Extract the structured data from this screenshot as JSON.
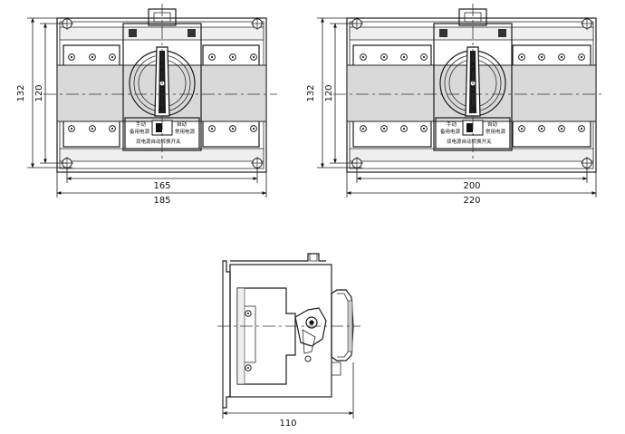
{
  "dimensions": {
    "view1_height_outer": "132",
    "view1_height_inner": "120",
    "view1_width_inner": "165",
    "view1_width_outer": "185",
    "view2_height_outer": "132",
    "view2_height_inner": "120",
    "view2_width_inner": "200",
    "view2_width_outer": "220",
    "side_view_depth": "110"
  },
  "panel_labels": {
    "manual": "手动",
    "auto": "自动",
    "backup_power": "备用电源",
    "normal_power": "常用电源",
    "switch_title": "双电源自动转换开关"
  }
}
